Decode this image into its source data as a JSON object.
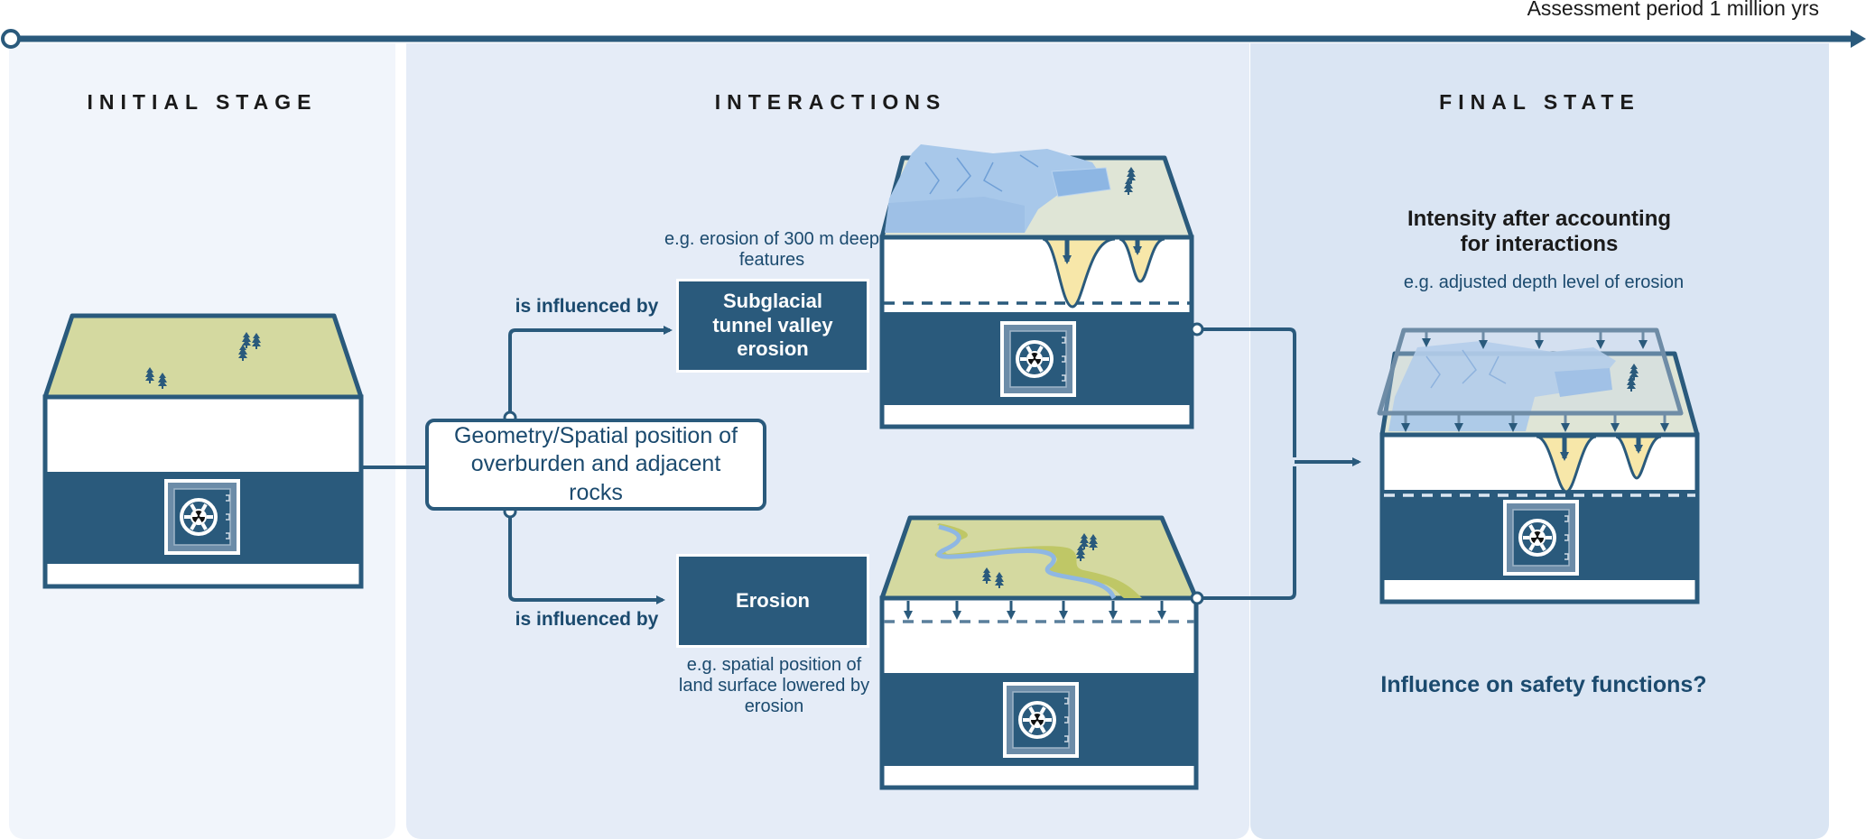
{
  "timeline": {
    "label": "Assessment period 1 million yrs",
    "start_marker": "circle",
    "end_marker": "arrow"
  },
  "stages": {
    "initial": {
      "title": "INITIAL STAGE"
    },
    "interactions": {
      "title": "INTERACTIONS"
    },
    "final": {
      "title": "FINAL STATE"
    }
  },
  "center_node": {
    "label": "Geometry/Spatial position of overburden and adjacent rocks"
  },
  "branches": [
    {
      "connector_label": "is influenced by",
      "process": "Subglacial tunnel valley erosion",
      "example": "e.g. erosion of 300 m deep features",
      "illustration": "glacier-with-tunnel-valleys"
    },
    {
      "connector_label": "is influenced by",
      "process": "Erosion",
      "example": "e.g. spatial position of land surface lowered by erosion",
      "illustration": "river-landscape-with-lowering-surface"
    }
  ],
  "final_state": {
    "heading": "Intensity after accounting for interactions",
    "example": "e.g. adjusted depth level of erosion",
    "question": "Influence on safety functions?"
  },
  "icons": {
    "repository": "radioactive-vault-icon",
    "trees": "tree-icon"
  },
  "colors": {
    "primary": "#2a5a7c",
    "ground_green": "#d4d9a0",
    "ice_blue": "#a8c8ea",
    "sediment_yellow": "#f7e7a9",
    "panel_initial": "#f1f5fb",
    "panel_interactions": "#e5ecf7",
    "panel_final": "#dae5f3"
  }
}
